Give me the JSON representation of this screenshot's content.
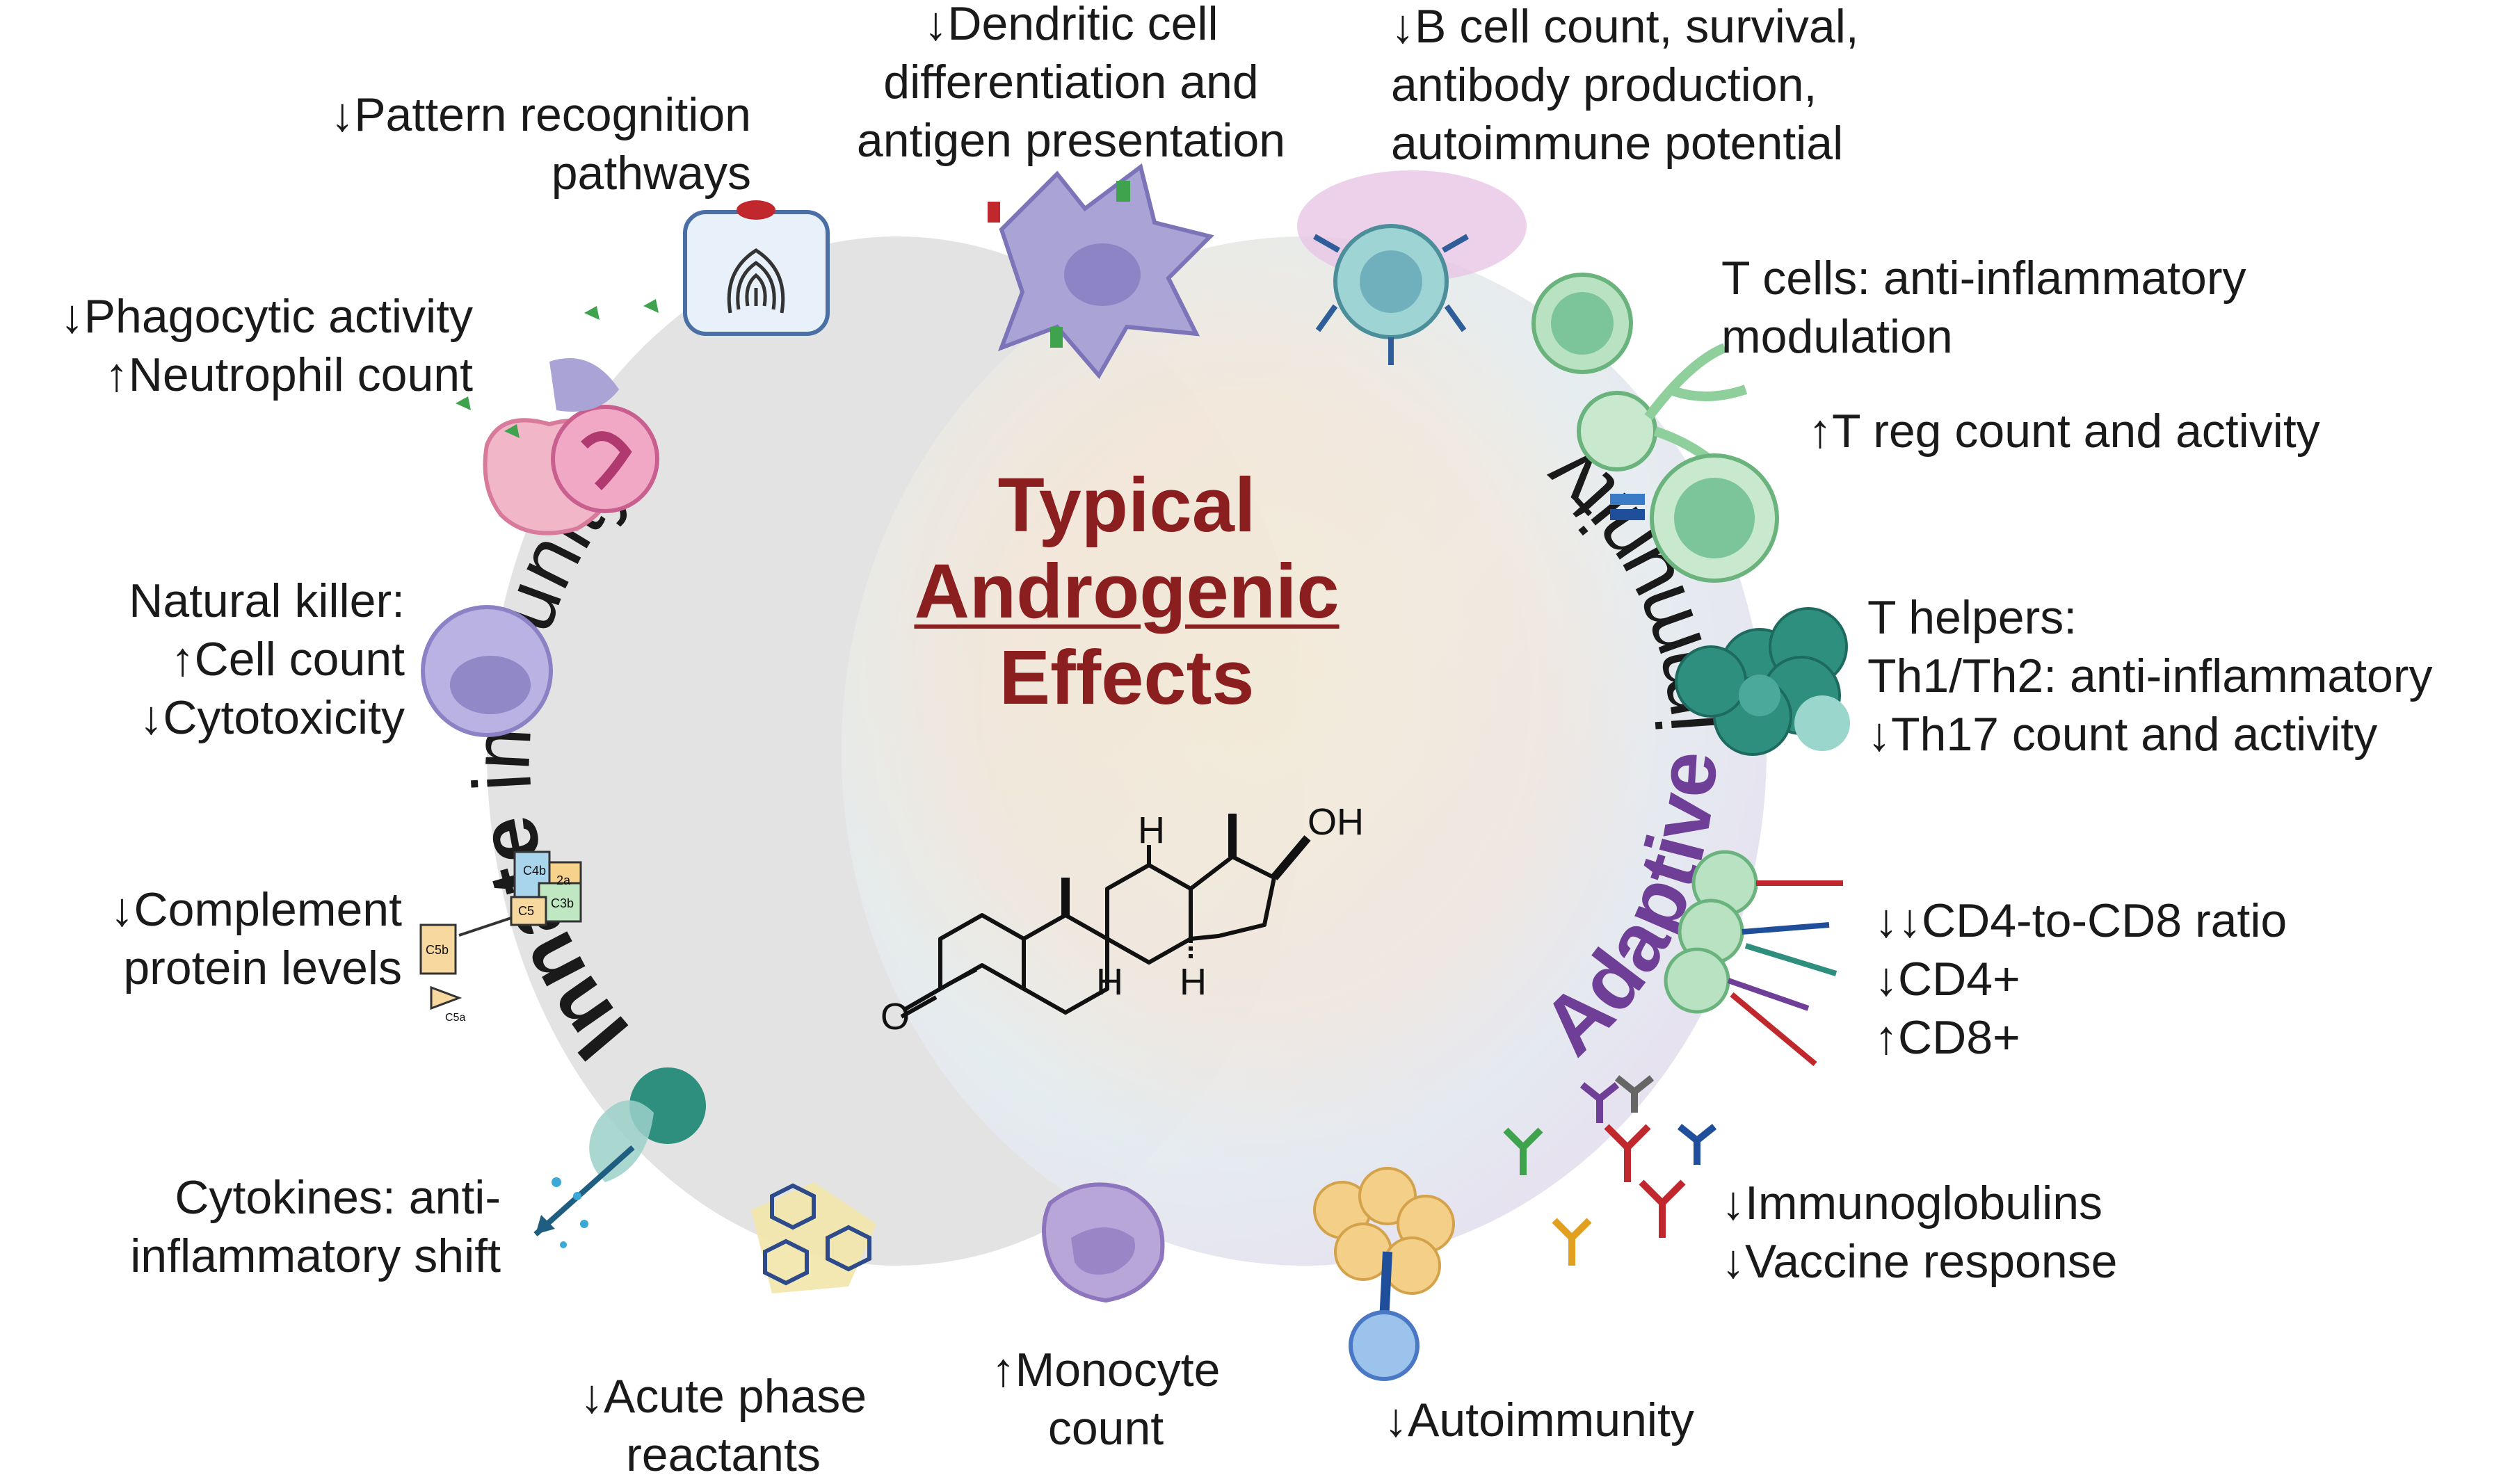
{
  "title": {
    "line1": "Typical",
    "line2": "Androgenic",
    "line3": "Effects"
  },
  "arcs": {
    "innate_bold": "Innate",
    "innate_rest": " immunity",
    "adaptive_bold": "Adaptive",
    "adaptive_rest": " immunity"
  },
  "molecule": {
    "oh": "OH",
    "o": "O",
    "h1": "H",
    "h2": "H",
    "h3": "H"
  },
  "labels": {
    "pattern": [
      "↓Pattern recognition",
      "pathways"
    ],
    "dendritic": [
      "↓Dendritic cell",
      "differentiation and",
      "antigen presentation"
    ],
    "bcell": [
      "↓B cell count, survival,",
      "antibody production,",
      "autoimmune potential"
    ],
    "phago": [
      "↓Phagocytic activity",
      "↑Neutrophil count"
    ],
    "tcells": [
      "T cells: anti-inflammatory",
      "modulation"
    ],
    "treg": [
      "↑T reg count and activity"
    ],
    "nk": [
      "Natural killer:",
      "↑Cell count",
      "↓Cytotoxicity"
    ],
    "thelpers": [
      "T helpers:",
      "Th1/Th2: anti-inflammatory",
      "↓Th17 count and activity"
    ],
    "complement": [
      "↓Complement",
      "protein levels"
    ],
    "cd4cd8": [
      "↓↓CD4-to-CD8 ratio",
      "↓CD4+",
      "↑CD8+"
    ],
    "cytokines": [
      "Cytokines: anti-",
      "inflammatory shift"
    ],
    "immuno": [
      "↓Immunoglobulins",
      "↓Vaccine response"
    ],
    "acute": [
      "↓Acute phase",
      "reactants"
    ],
    "monocyte": [
      "↑Monocyte",
      "count"
    ],
    "autoimmunity": [
      "↓Autoimmunity"
    ]
  },
  "complement_icon": {
    "c4b": "C4b",
    "c2a": "2a",
    "c3b": "C3b",
    "c5": "C5",
    "c5b": "C5b",
    "c5a": "C5a"
  },
  "colors": {
    "title": "#8b1e1e",
    "innate_circle": "#e4e4e4",
    "adaptive_purple": "#6f3f98",
    "text": "#1a1a1a"
  }
}
